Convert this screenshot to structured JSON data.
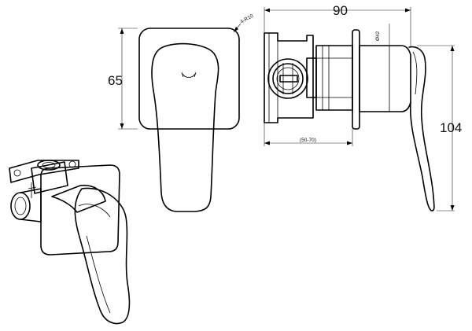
{
  "dimensions": {
    "front_height": "65",
    "side_width": "90",
    "side_height": "104",
    "wall_range": "(50-70)",
    "diameter": "Ø42",
    "corner_radius": "4-R10"
  }
}
